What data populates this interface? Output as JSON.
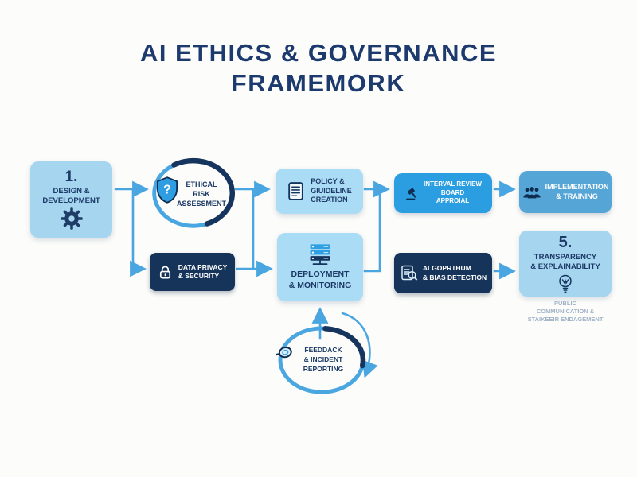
{
  "title": {
    "line1": "AI ETHICS & GOVERNANCE",
    "line2": "FRAMEMORK"
  },
  "nodes": {
    "design": {
      "number": "1.",
      "label": "DESIGN &\nDEVELOPMENT",
      "icon": "gear-icon"
    },
    "ethical": {
      "label": "ETHICAL\nRISK\nASSESSMENT",
      "icon": "shield-question-icon",
      "shield_mark": "?"
    },
    "privacy": {
      "label": "DATA PRIVACY\n& SECURITY",
      "icon": "lock-icon"
    },
    "policy": {
      "label": "POLICY &\nGIUIDELINE\nCREATION",
      "icon": "document-icon"
    },
    "deployment": {
      "label": "DEPLOYMENT\n& MONITORING",
      "icon": "server-icon"
    },
    "review": {
      "label": "INTERVAL REVIEW\nBOARD\nAPPROIAL",
      "icon": "gavel-icon"
    },
    "implementation": {
      "label": "IMPLEMENTATION\n& TRAINING",
      "icon": "people-icon"
    },
    "algorithm": {
      "label": "ALGOPRTHUM\n& BIAS DETECTION",
      "icon": "clipboard-search-icon"
    },
    "transparency": {
      "number": "5.",
      "label": "TRANSPARENCY\n& EXPLAINABILITY",
      "icon": "lightbulb-icon",
      "caption": "PUBLIC\nCOMMUNICATION &\nSTAIKEEIR ENDAGEMENT"
    },
    "feedback": {
      "label": "FEEDDACK\n& INCIDENT\nREPORTING",
      "icon": "magnifier-icon"
    }
  },
  "colors": {
    "background": "#fcfcfa",
    "title_navy": "#1d3a6e",
    "light_blue_box": "#a6d5f0",
    "lighter_blue_box": "#abdcf6",
    "medium_blue_box": "#2b9de1",
    "muted_blue_box": "#55a5d6",
    "dark_navy_box": "#16345a",
    "arrow_blue": "#4aa6e0",
    "ring_dark": "#16355e",
    "icon_navy": "#0e2c50",
    "caption_gray": "#a0b3c6"
  }
}
